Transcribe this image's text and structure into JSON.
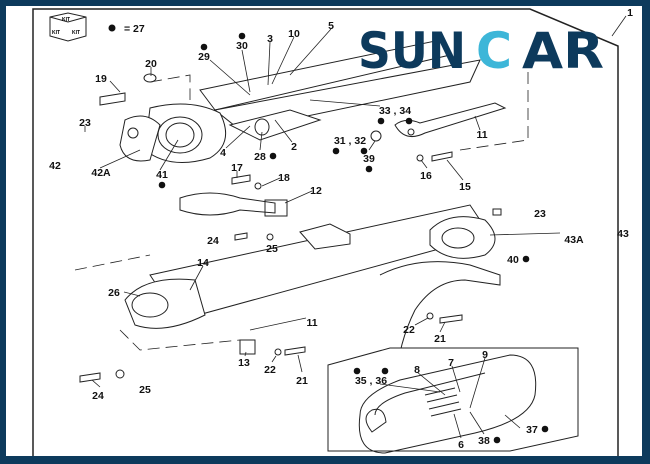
{
  "kit_icon": {
    "text": "KIT KIT KIT"
  },
  "legend": {
    "symbol": "dot",
    "text": "= 27"
  },
  "watermark": {
    "brand_left": "SUN",
    "brand_c": "C",
    "brand_right": "AR",
    "colors": {
      "navy": "#0d3a5c",
      "cyan": "#3db6d8"
    }
  },
  "labels": [
    "30",
    "29",
    "3",
    "10",
    "5",
    "1",
    "20",
    "19",
    "23",
    "42",
    "42A",
    "41",
    "4",
    "28",
    "2",
    "33 , 34",
    "31 , 32",
    "39",
    "11",
    "16",
    "15",
    "17",
    "18",
    "12",
    "23",
    "43",
    "43A",
    "40",
    "24",
    "25",
    "14",
    "26",
    "11",
    "22",
    "21",
    "13",
    "22",
    "21",
    "24",
    "25",
    "35 , 36",
    "8",
    "7",
    "9",
    "37",
    "38",
    "6"
  ]
}
